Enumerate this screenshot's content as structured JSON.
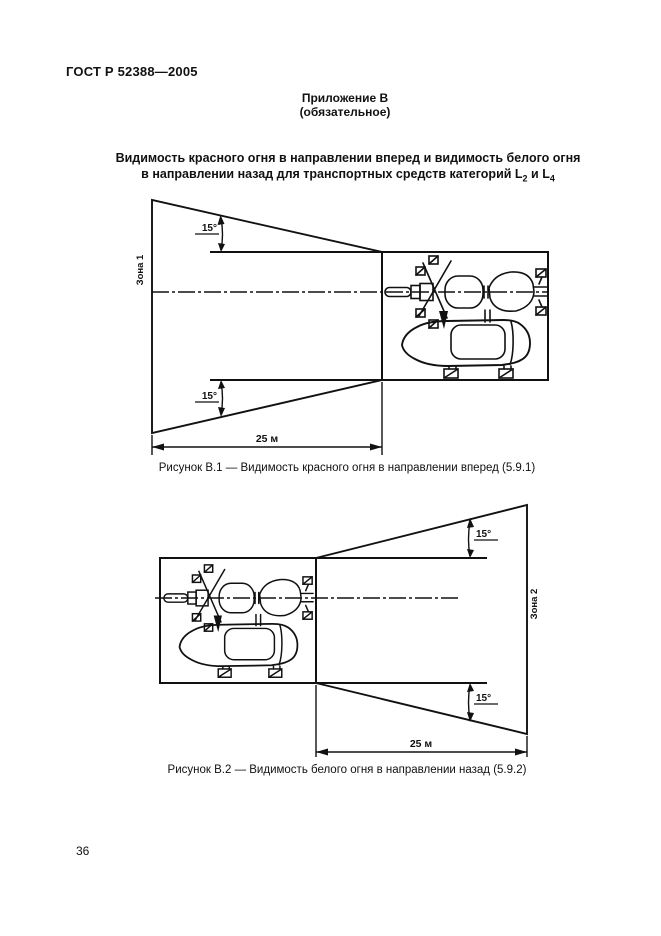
{
  "header": {
    "doc_code": "ГОСТ Р 52388—2005"
  },
  "annex": {
    "title": "Приложение В",
    "subtitle": "(обязательное)"
  },
  "main_title": {
    "line1": "Видимость красного огня в направлении вперед и видимость белого огня",
    "line2_prefix": "в направлении назад для транспортных средств категорий L",
    "line2_sub1": "2",
    "line2_mid": " и L",
    "line2_sub2": "4"
  },
  "figure1": {
    "zone_label": "Зона 1",
    "angle_top": "15°",
    "angle_bottom": "15°",
    "distance": "25 м",
    "caption": "Рисунок В.1 — Видимость красного огня в направлении вперед (5.9.1)"
  },
  "figure2": {
    "zone_label": "Зона 2",
    "angle_top": "15°",
    "angle_bottom": "15°",
    "distance": "25 м",
    "caption": "Рисунок В.2 — Видимость белого огня в направлении назад (5.9.2)"
  },
  "page": {
    "number": "36"
  },
  "colors": {
    "ink": "#111111",
    "paper": "#ffffff"
  }
}
